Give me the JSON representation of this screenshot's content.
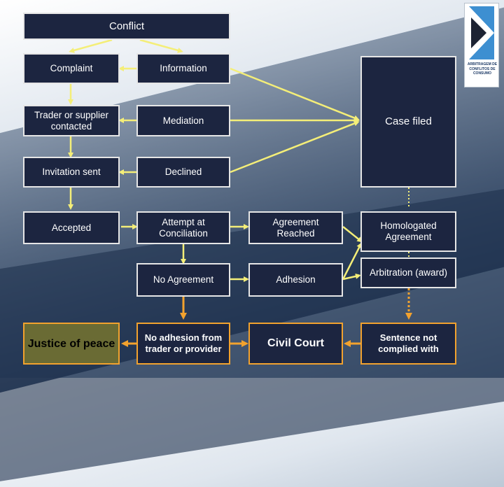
{
  "diagram": {
    "nodes": {
      "conflict": "Conflict",
      "complaint": "Complaint",
      "information": "Information",
      "trader_contacted": "Trader or supplier contacted",
      "mediation": "Mediation",
      "case_filed": "Case filed",
      "invitation_sent": "Invitation sent",
      "declined": "Declined",
      "accepted": "Accepted",
      "attempt_conciliation": "Attempt at Conciliation",
      "agreement_reached": "Agreement Reached",
      "homologated_agreement": "Homologated Agreement",
      "no_agreement": "No Agreement",
      "adhesion": "Adhesion",
      "arbitration_award": "Arbitration (award)",
      "justice_of_peace": "Justice of peace",
      "no_adhesion": "No adhesion from trader or provider",
      "civil_court": "Civil Court",
      "sentence_not_complied": "Sentence not complied with"
    },
    "logo_text": "ARBITRAGEM DE CONFLITOS DE CONSUMO",
    "colors": {
      "box_fill": "#1c2540",
      "box_border": "#e6e6e6",
      "arrow_yellow": "#f4ee78",
      "arrow_orange": "#f2a22e",
      "bottom_left_fill": "#6a6b34",
      "logo_blue": "#3d8fd1"
    }
  }
}
